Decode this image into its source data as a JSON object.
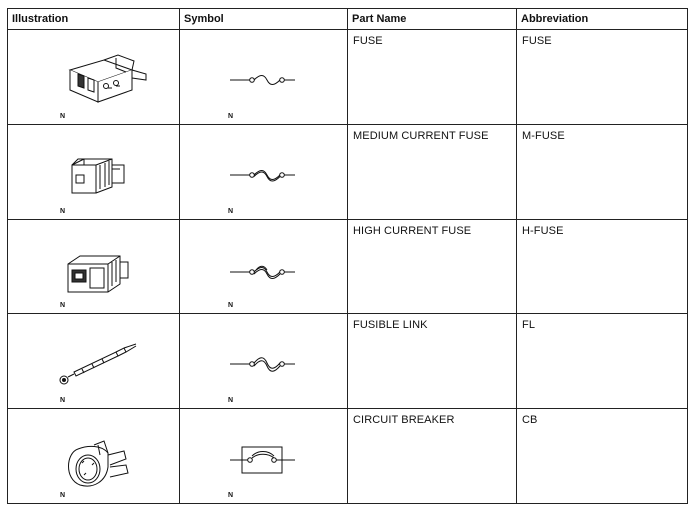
{
  "table": {
    "headers": {
      "illustration": "Illustration",
      "symbol": "Symbol",
      "part_name": "Part Name",
      "abbreviation": "Abbreviation"
    },
    "rows": [
      {
        "part_name": "FUSE",
        "abbreviation": "FUSE",
        "illus_note": "N",
        "symbol_note": "N",
        "illustration_icon": "blade-fuse-icon",
        "symbol_icon": "fuse-symbol-icon"
      },
      {
        "part_name": "MEDIUM CURRENT FUSE",
        "abbreviation": "M-FUSE",
        "illus_note": "N",
        "symbol_note": "N",
        "illustration_icon": "medium-current-fuse-icon",
        "symbol_icon": "fuse-symbol-icon"
      },
      {
        "part_name": "HIGH CURRENT FUSE",
        "abbreviation": "H-FUSE",
        "illus_note": "N",
        "symbol_note": "N",
        "illustration_icon": "high-current-fuse-icon",
        "symbol_icon": "fuse-symbol-icon"
      },
      {
        "part_name": "FUSIBLE LINK",
        "abbreviation": "FL",
        "illus_note": "N",
        "symbol_note": "N",
        "illustration_icon": "fusible-link-icon",
        "symbol_icon": "fusible-link-symbol-icon"
      },
      {
        "part_name": "CIRCUIT BREAKER",
        "abbreviation": "CB",
        "illus_note": "N",
        "symbol_note": "N",
        "illustration_icon": "circuit-breaker-icon",
        "symbol_icon": "circuit-breaker-symbol-icon"
      }
    ]
  }
}
